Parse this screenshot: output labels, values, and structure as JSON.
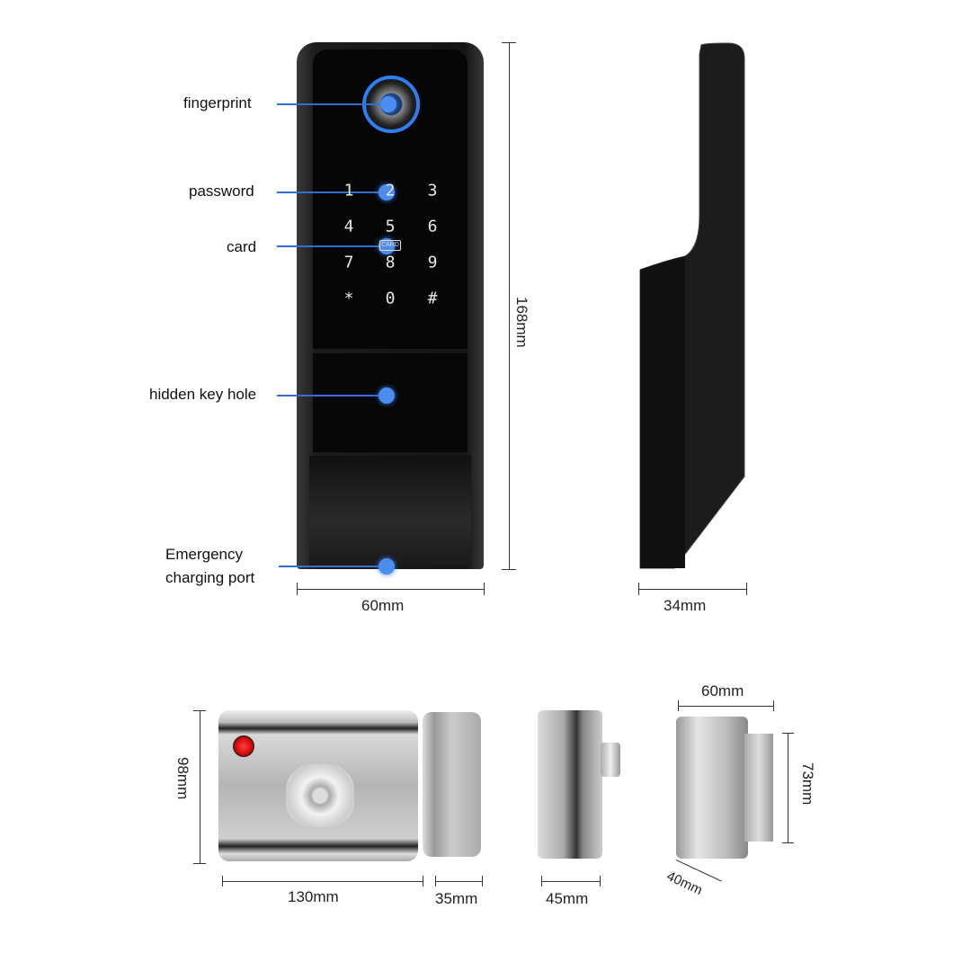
{
  "callouts": {
    "fingerprint": "fingerprint",
    "password": "password",
    "card": "card",
    "hidden_key_hole": "hidden key hole",
    "emergency_line1": "Emergency",
    "emergency_line2": "charging port"
  },
  "keypad": [
    "1",
    "2",
    "3",
    "4",
    "5",
    "6",
    "7",
    "8",
    "9",
    "*",
    "0",
    "#"
  ],
  "card_badge": "CARD",
  "dimensions": {
    "front_height": "168mm",
    "front_width": "60mm",
    "side_depth": "34mm",
    "rim_height": "98mm",
    "rim_width": "130mm",
    "strike_width": "35mm",
    "rim_side_width": "45mm",
    "bracket_width": "60mm",
    "bracket_height": "73mm",
    "bracket_depth": "40mm"
  },
  "colors": {
    "accent": "#2f6fd6",
    "body": "#1a1a1a",
    "steel": "#c9c9c9"
  }
}
